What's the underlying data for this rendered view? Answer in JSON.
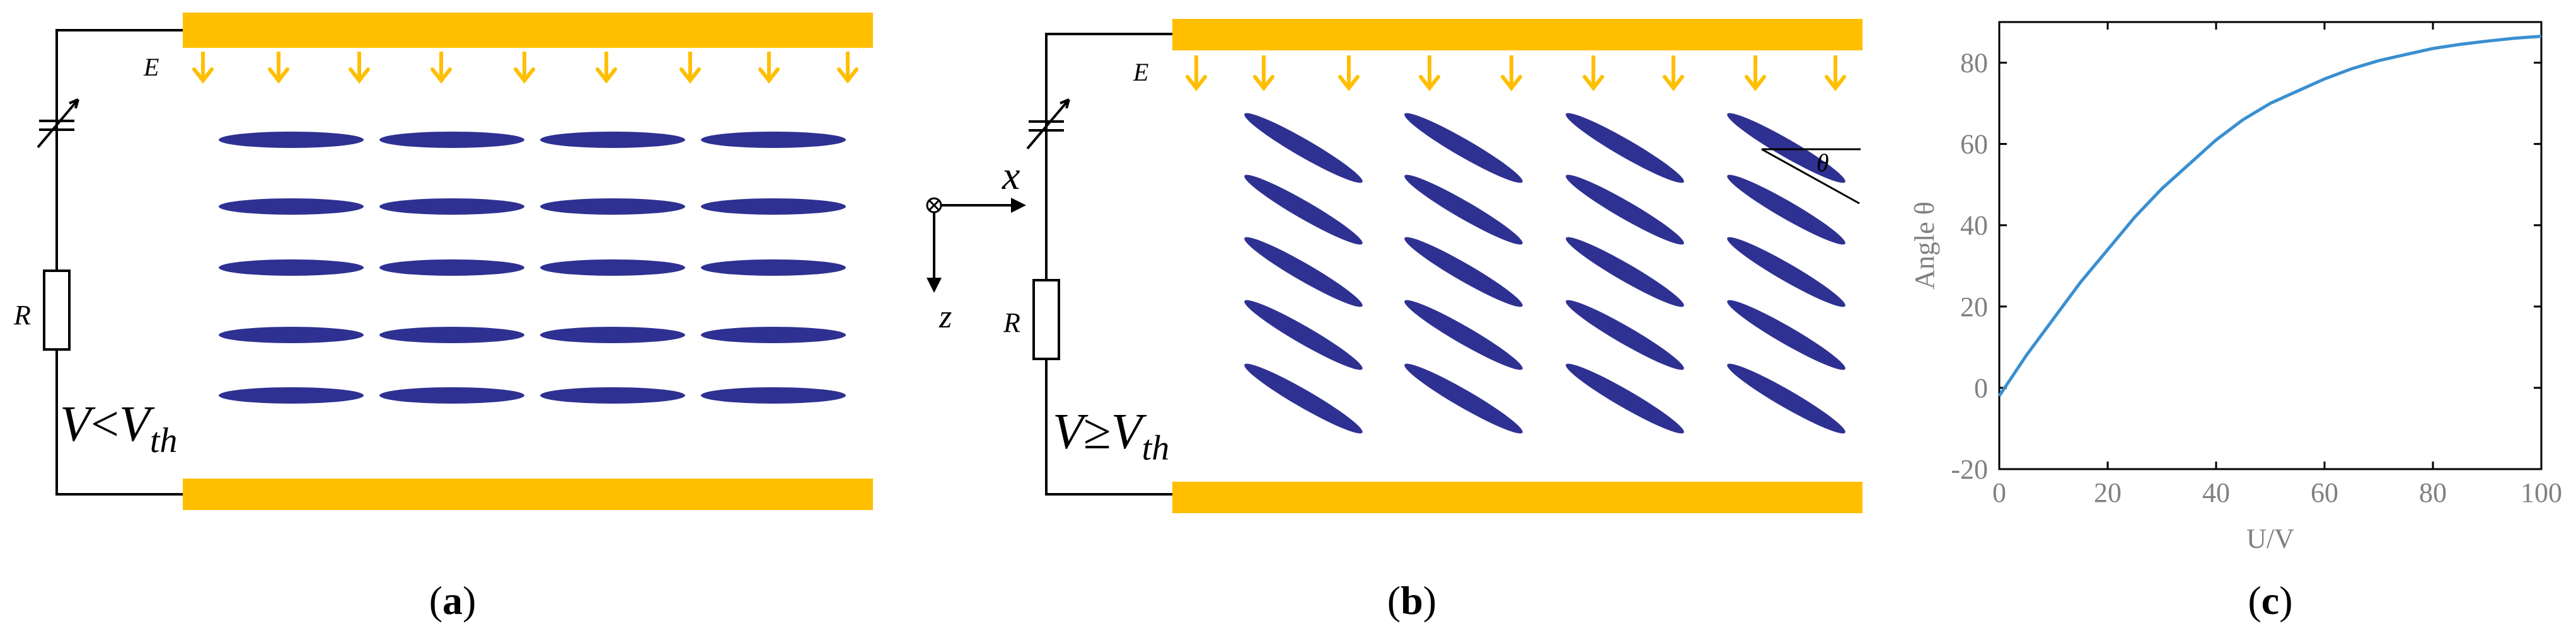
{
  "colors": {
    "plate": "#FFBF00",
    "molecule": "#2E3192",
    "wire": "#000000",
    "curve": "#3A8FD0",
    "field_arrow": "#FFBF00"
  },
  "panel_a": {
    "field_label": "E",
    "resistor_label": "R",
    "condition": {
      "v": "V",
      "op": "<",
      "sub_base": "V",
      "sub": "th"
    },
    "label": "(a)",
    "molecule_rows": 5,
    "molecule_cols": 4,
    "tilt_deg": 0
  },
  "panel_b": {
    "field_label": "E",
    "resistor_label": "R",
    "condition": {
      "v": "V",
      "op": "≥",
      "sub_base": "V",
      "sub": "th"
    },
    "axis_x": "x",
    "axis_z": "z",
    "axis_y_symbol": "⊗",
    "angle_label": "θ",
    "label": "(b)",
    "molecule_rows": 5,
    "molecule_cols": 4,
    "tilt_deg": 30
  },
  "chart_data": {
    "type": "line",
    "xlabel": "U/V",
    "ylabel": "Angle θ",
    "xlim": [
      0,
      100
    ],
    "ylim": [
      -20,
      90
    ],
    "xticks": [
      0,
      20,
      40,
      60,
      80,
      100
    ],
    "yticks": [
      -20,
      0,
      20,
      40,
      60,
      80
    ],
    "grid": false,
    "series": [
      {
        "x": [
          0,
          5,
          10,
          15,
          20,
          25,
          30,
          35,
          40,
          45,
          50,
          55,
          60,
          65,
          70,
          75,
          80,
          85,
          90,
          95,
          100
        ],
        "y": [
          -2,
          8,
          17,
          26,
          34,
          42,
          49,
          55,
          61,
          66,
          70,
          73,
          76,
          78.5,
          80.5,
          82,
          83.5,
          84.5,
          85.3,
          86,
          86.5
        ]
      }
    ],
    "label": "(c)"
  }
}
